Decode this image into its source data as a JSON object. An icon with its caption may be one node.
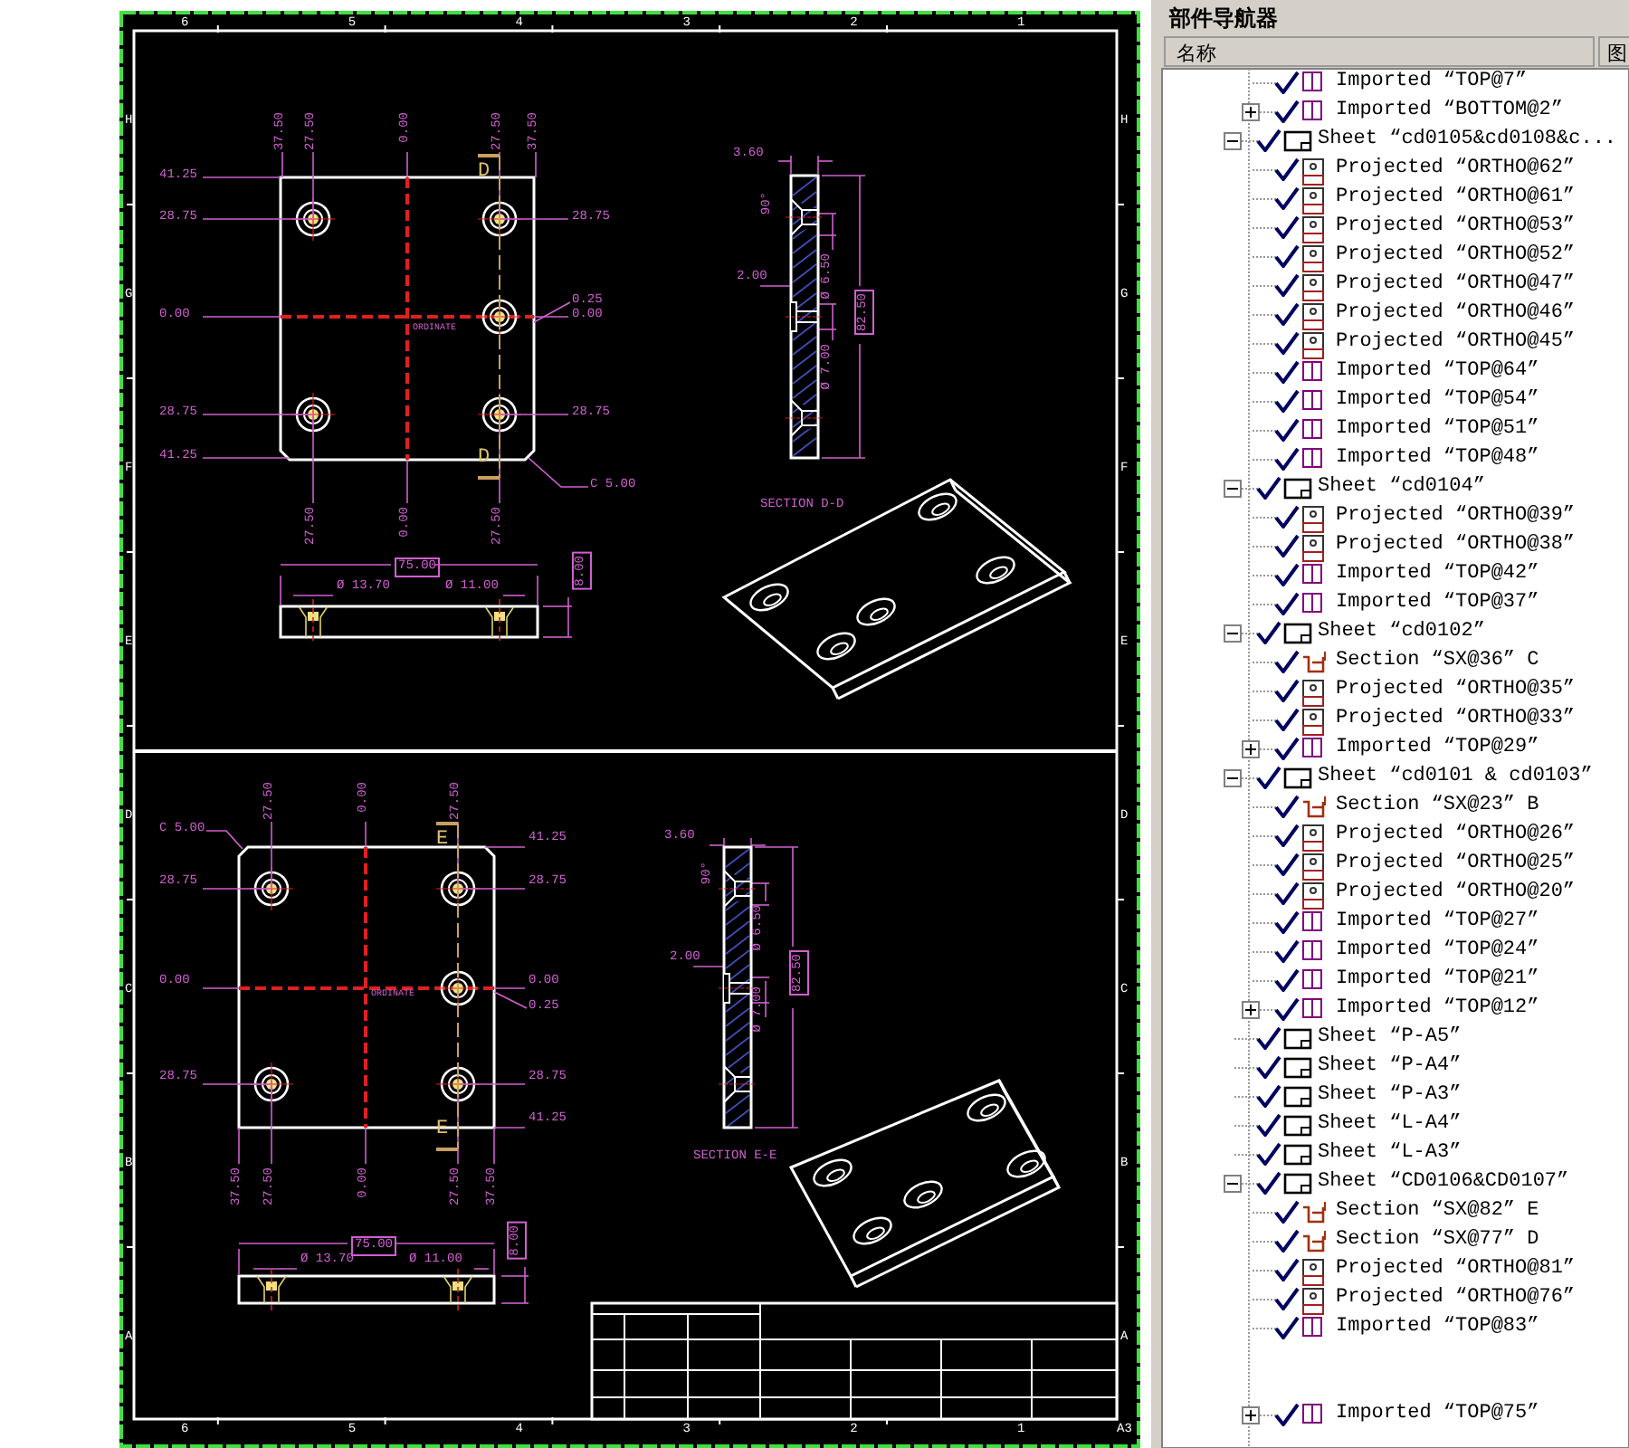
{
  "diagram": {
    "nodes": [
      {
        "text": [],
        "shape": "picture"
      },
      {
        "text": [
          "0.25"
        ]
      },
      {
        "text": [
          "C 5.00"
        ]
      },
      {
        "text": [],
        "shape": "picture"
      },
      {
        "text": [
          "C 5.00"
        ]
      },
      {
        "text": [
          "0.25"
        ]
      }
    ],
    "edges": [
      {
        "from": 1,
        "to": 0,
        "arrow": "none"
      },
      {
        "from": 2,
        "to": 0,
        "arrow": "none"
      },
      {
        "from": 4,
        "to": 3,
        "arrow": "none"
      },
      {
        "from": 5,
        "to": 3,
        "arrow": "none"
      }
    ],
    "labels": [
      "6",
      "5",
      "4",
      "3",
      "2",
      "1",
      "H",
      "G",
      "F",
      "E",
      "D",
      "C",
      "B",
      "A",
      "H",
      "G",
      "F",
      "E",
      "D",
      "C",
      "B",
      "A",
      "37.50",
      "27.50",
      "0.00",
      "27.50",
      "37.50",
      "41.25",
      "28.75",
      "0.00",
      "28.75",
      "41.25",
      "28.75",
      "0.00",
      "28.75",
      "ORDINATE",
      "D",
      "D",
      "27.50",
      "0.00",
      "27.50",
      "75.00",
      "8.00",
      "Ø 13.70",
      "Ø 11.00",
      "3.60",
      "90°",
      "2.00",
      "Ø 6.50",
      "Ø 7.00",
      "82.50",
      "SECTION D-D",
      "27.50",
      "0.00",
      "27.50",
      "41.25",
      "28.75",
      "28.75",
      "0.00",
      "0.00",
      "28.75",
      "28.75",
      "41.25",
      "ORDINATE",
      "E",
      "E",
      "37.50",
      "27.50",
      "0.00",
      "27.50",
      "37.50",
      "75.00",
      "8.00",
      "Ø 13.70",
      "Ø 11.00",
      "3.60",
      "90°",
      "2.00",
      "Ø 6.50",
      "Ø 7.00",
      "82.50",
      "SECTION E-E",
      "6",
      "5",
      "4",
      "3",
      "2",
      "1",
      "A3",
      "部件导航器",
      "名称",
      "图",
      "Imported “TOP@7”",
      "Imported “BOTTOM@2”",
      "Sheet “cd0105&cd0108&c...",
      "Projected “ORTHO@62”",
      "Projected “ORTHO@61”",
      "Projected “ORTHO@53”",
      "Projected “ORTHO@52”",
      "Projected “ORTHO@47”",
      "Projected “ORTHO@46”",
      "Projected “ORTHO@45”",
      "Imported “TOP@64”",
      "Imported “TOP@54”",
      "Imported “TOP@51”",
      "Imported “TOP@48”",
      "Sheet “cd0104”",
      "Projected “ORTHO@39”",
      "Projected “ORTHO@38”",
      "Imported “TOP@42”",
      "Imported “TOP@37”",
      "Sheet “cd0102”",
      "Section “SX@36” C",
      "Projected “ORTHO@35”",
      "Projected “ORTHO@33”",
      "Imported “TOP@29”",
      "Sheet “cd0101 & cd0103”",
      "Section “SX@23” B",
      "Projected “ORTHO@26”",
      "Projected “ORTHO@25”",
      "Projected “ORTHO@20”",
      "Imported “TOP@27”",
      "Imported “TOP@24”",
      "Imported “TOP@21”",
      "Imported “TOP@12”",
      "Sheet “P-A5”",
      "Sheet “P-A4”",
      "Sheet “P-A3”",
      "Sheet “L-A4”",
      "Sheet “L-A3”",
      "Sheet “CD0106&CD0107”",
      "Section “SX@82” E",
      "Section “SX@77” D",
      "Projected “ORTHO@81”",
      "Projected “ORTHO@76”",
      "Imported “TOP@83”",
      "Imported “TOP@75”"
    ]
  }
}
